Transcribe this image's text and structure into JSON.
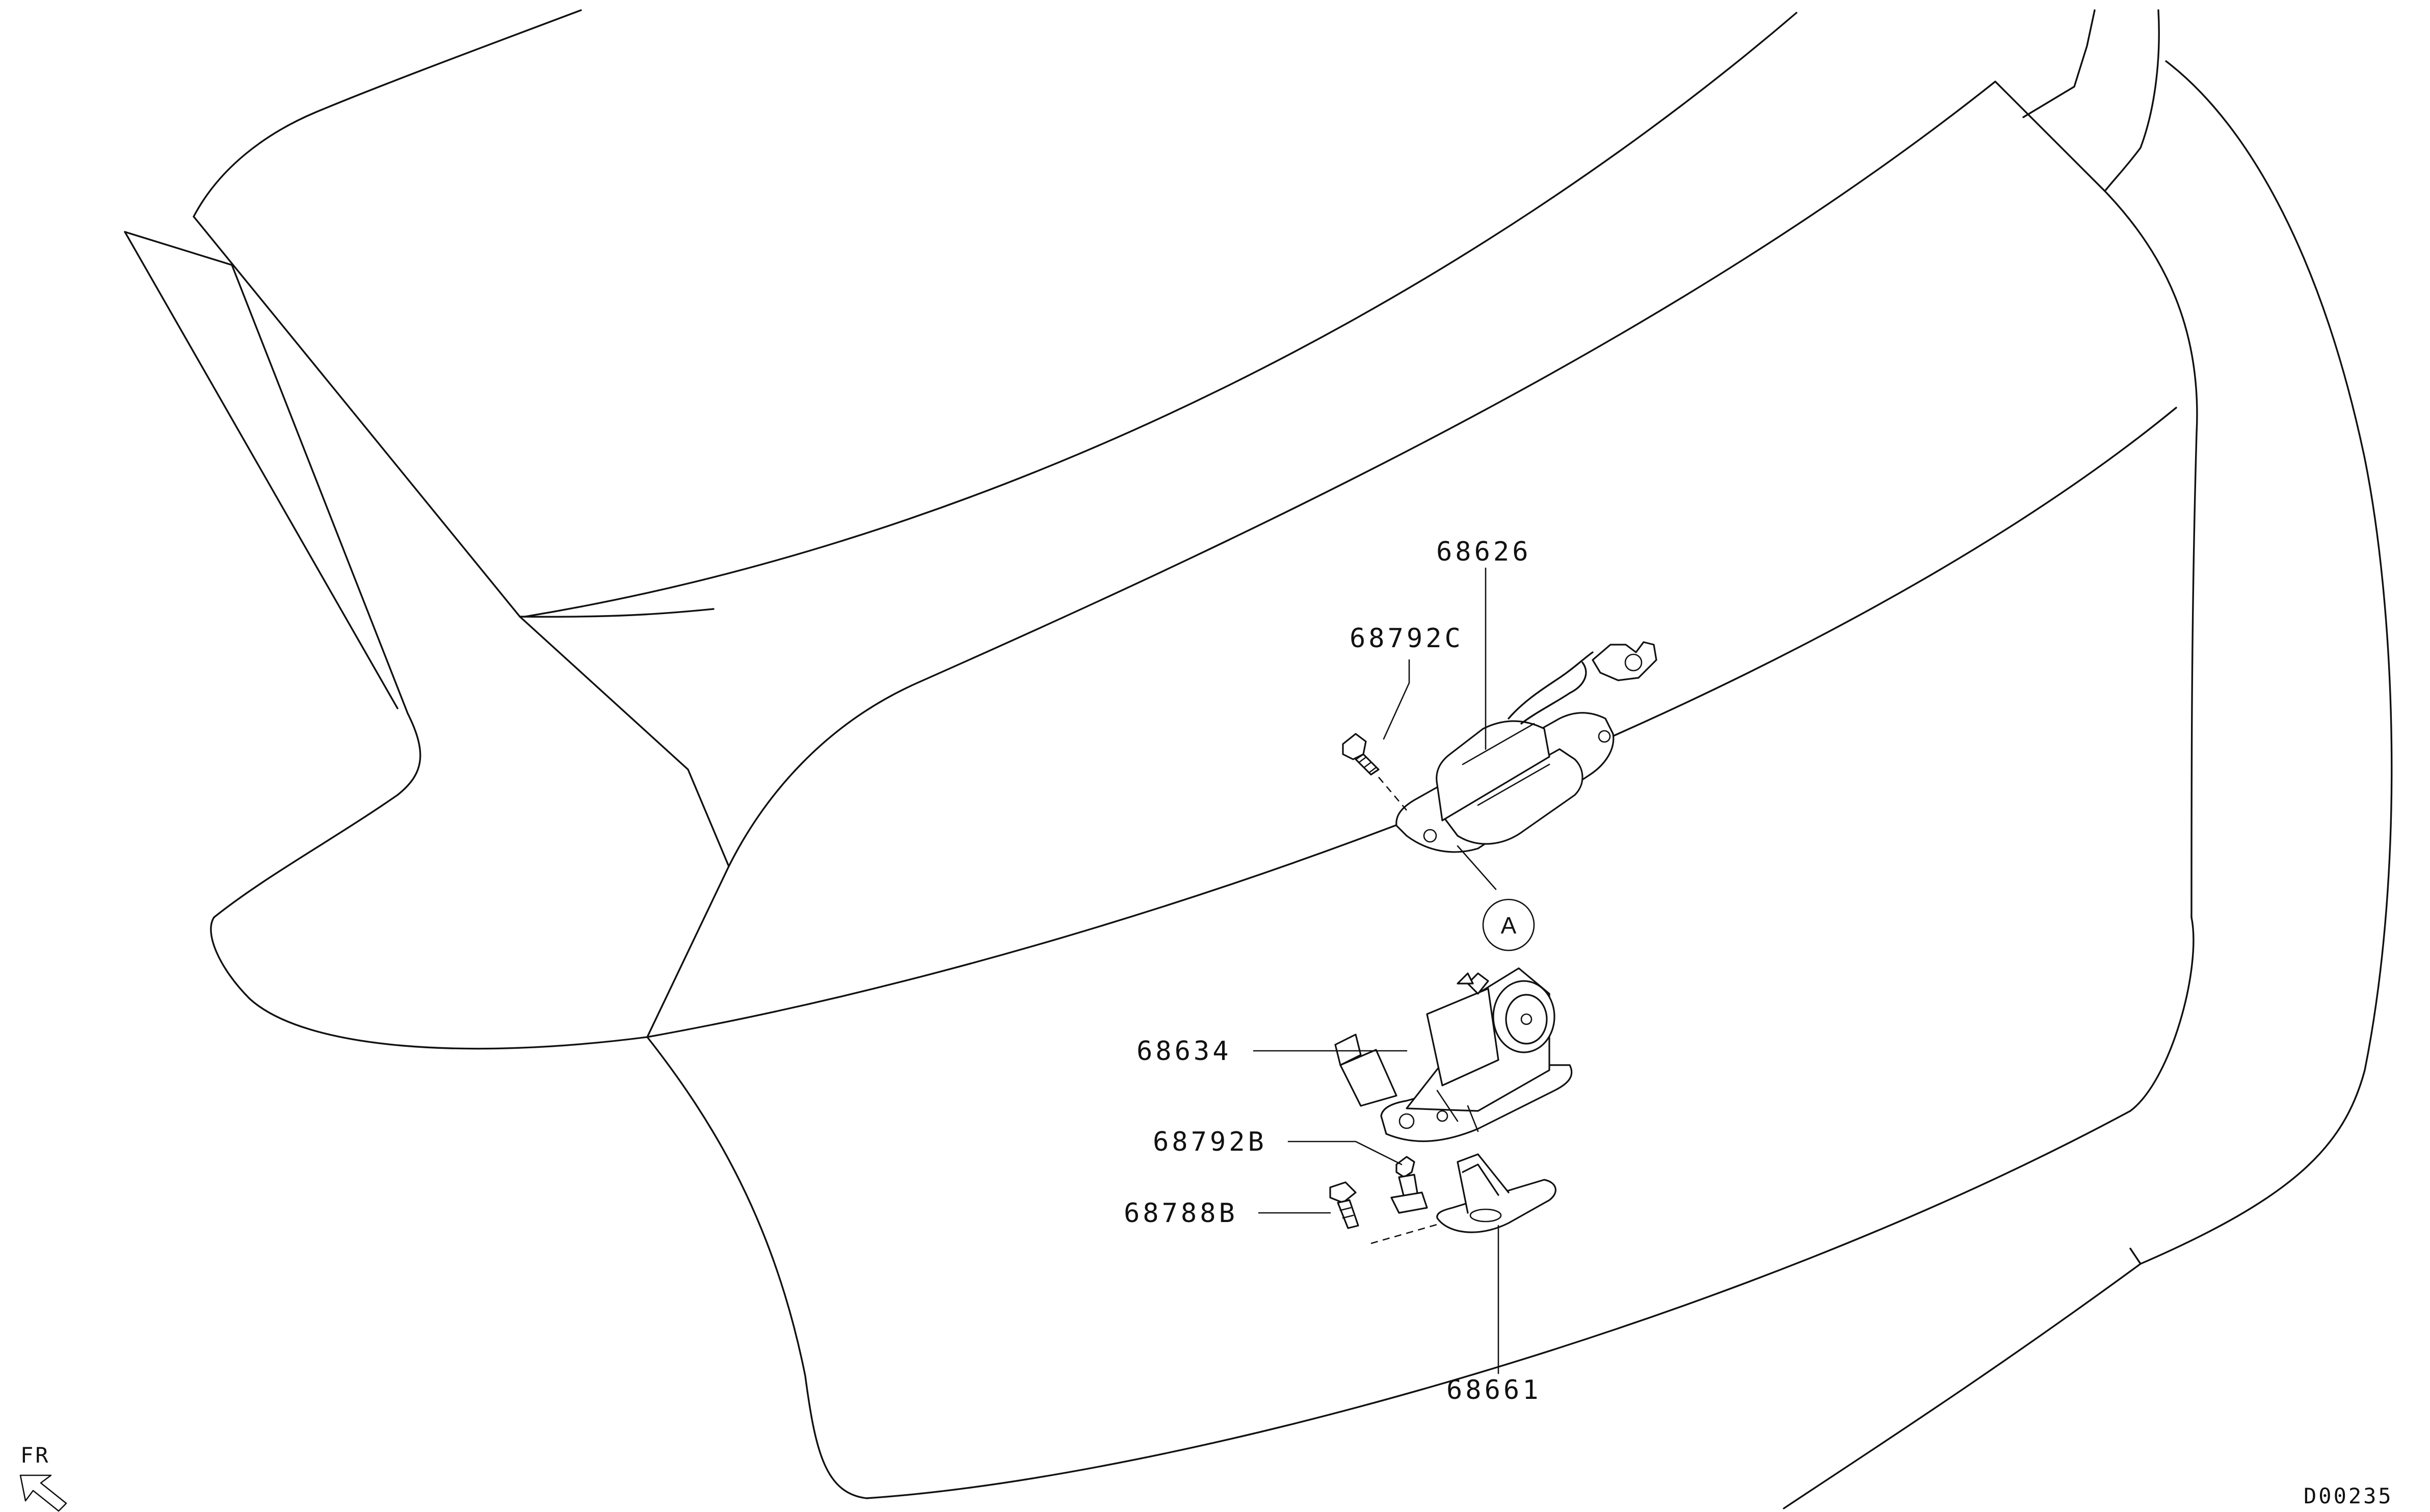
{
  "labels": {
    "lamp": "68626",
    "lamp_bolt": "68792C",
    "latch": "68634",
    "latch_bolt": "68792B",
    "striker_screw": "68788B",
    "striker": "68661"
  },
  "callout": "A",
  "orientation": "FR",
  "drawing_id": "D00235"
}
